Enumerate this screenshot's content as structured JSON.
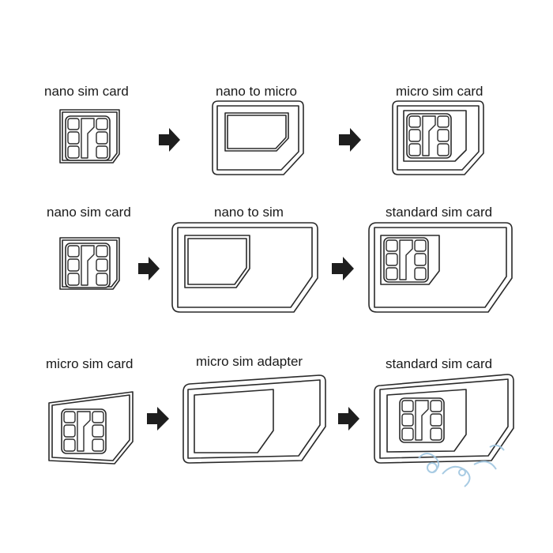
{
  "rows": [
    {
      "items": [
        {
          "label": "nano sim card"
        },
        {
          "label": "nano to micro"
        },
        {
          "label": "micro sim card"
        }
      ]
    },
    {
      "items": [
        {
          "label": "nano sim card"
        },
        {
          "label": "nano to sim"
        },
        {
          "label": "standard sim card"
        }
      ]
    },
    {
      "items": [
        {
          "label": "micro sim card"
        },
        {
          "label": "micro sim adapter"
        },
        {
          "label": "standard sim card"
        }
      ]
    }
  ],
  "colors": {
    "stroke": "#2a2a2a",
    "arrow": "#1e1e1e",
    "watermark": "#9fc6e0",
    "background": "#ffffff"
  }
}
